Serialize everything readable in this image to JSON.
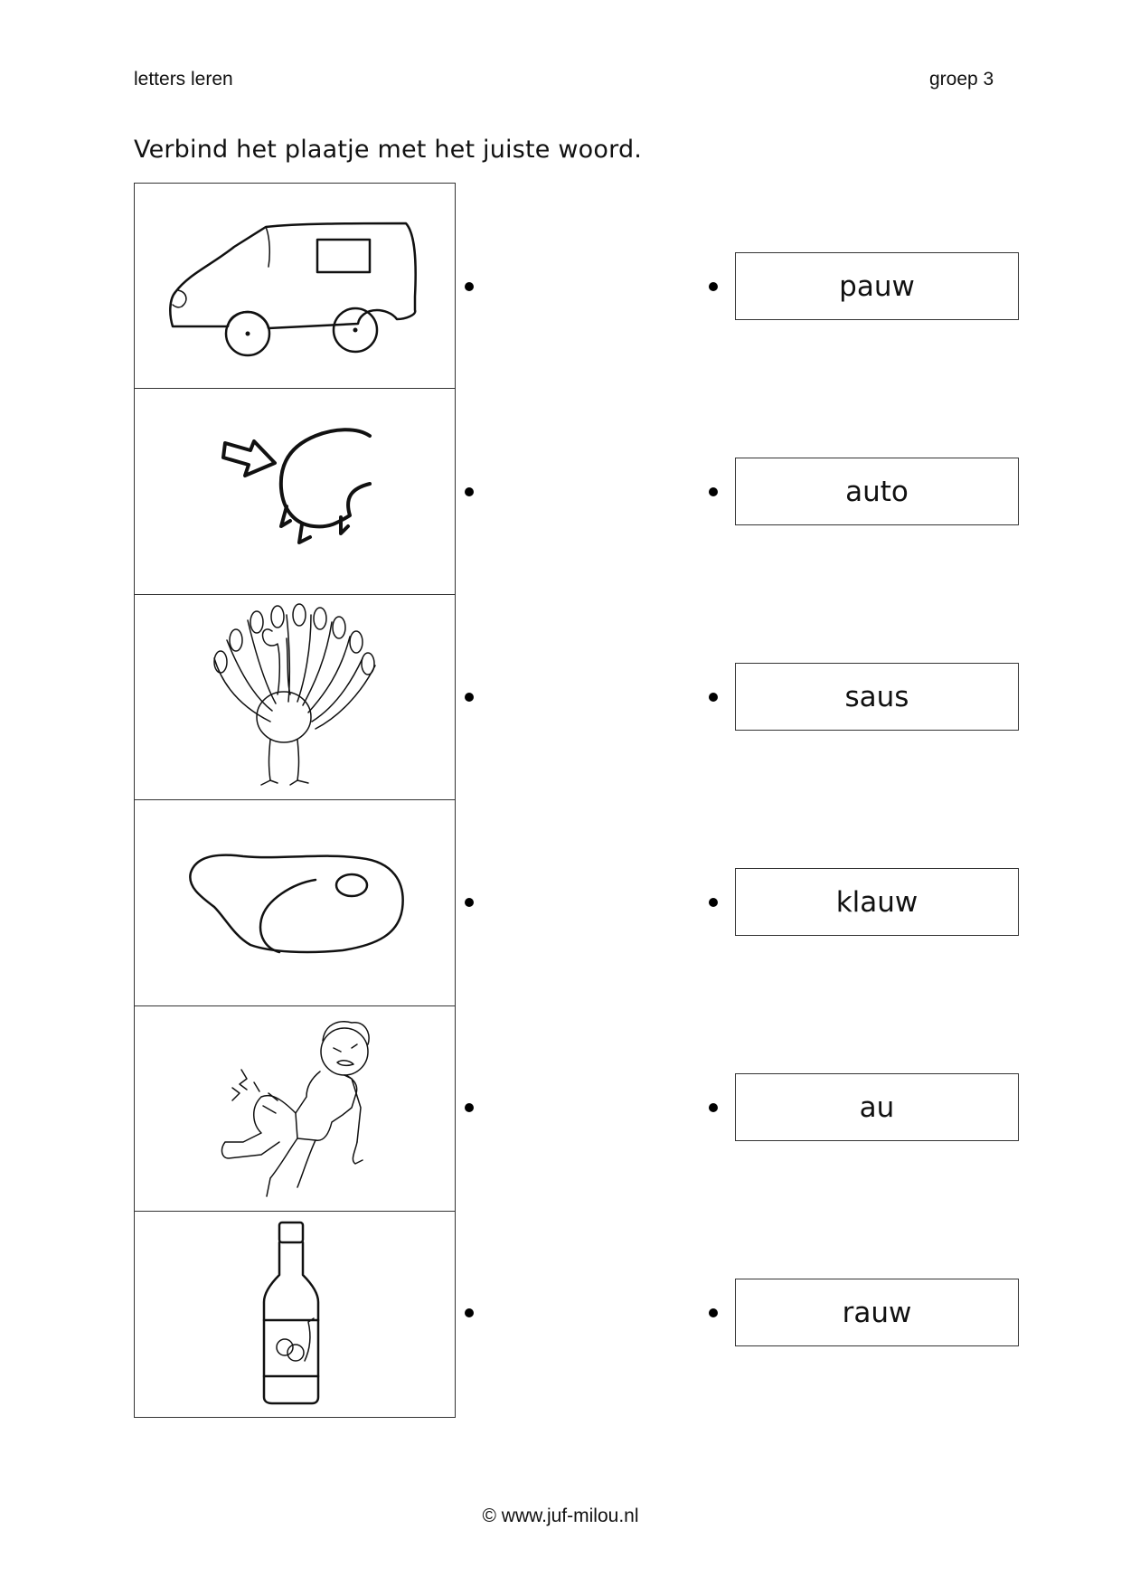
{
  "header": {
    "left": "letters leren",
    "right": "groep 3"
  },
  "instruction": "Verbind het plaatje met het juiste woord.",
  "pictures": [
    {
      "icon": "car-icon"
    },
    {
      "icon": "claw-icon"
    },
    {
      "icon": "peacock-icon"
    },
    {
      "icon": "raw-meat-icon"
    },
    {
      "icon": "hurt-boy-icon"
    },
    {
      "icon": "sauce-bottle-icon"
    }
  ],
  "words": [
    "pauw",
    "auto",
    "saus",
    "klauw",
    "au",
    "rauw"
  ],
  "footer": "© www.juf-milou.nl"
}
